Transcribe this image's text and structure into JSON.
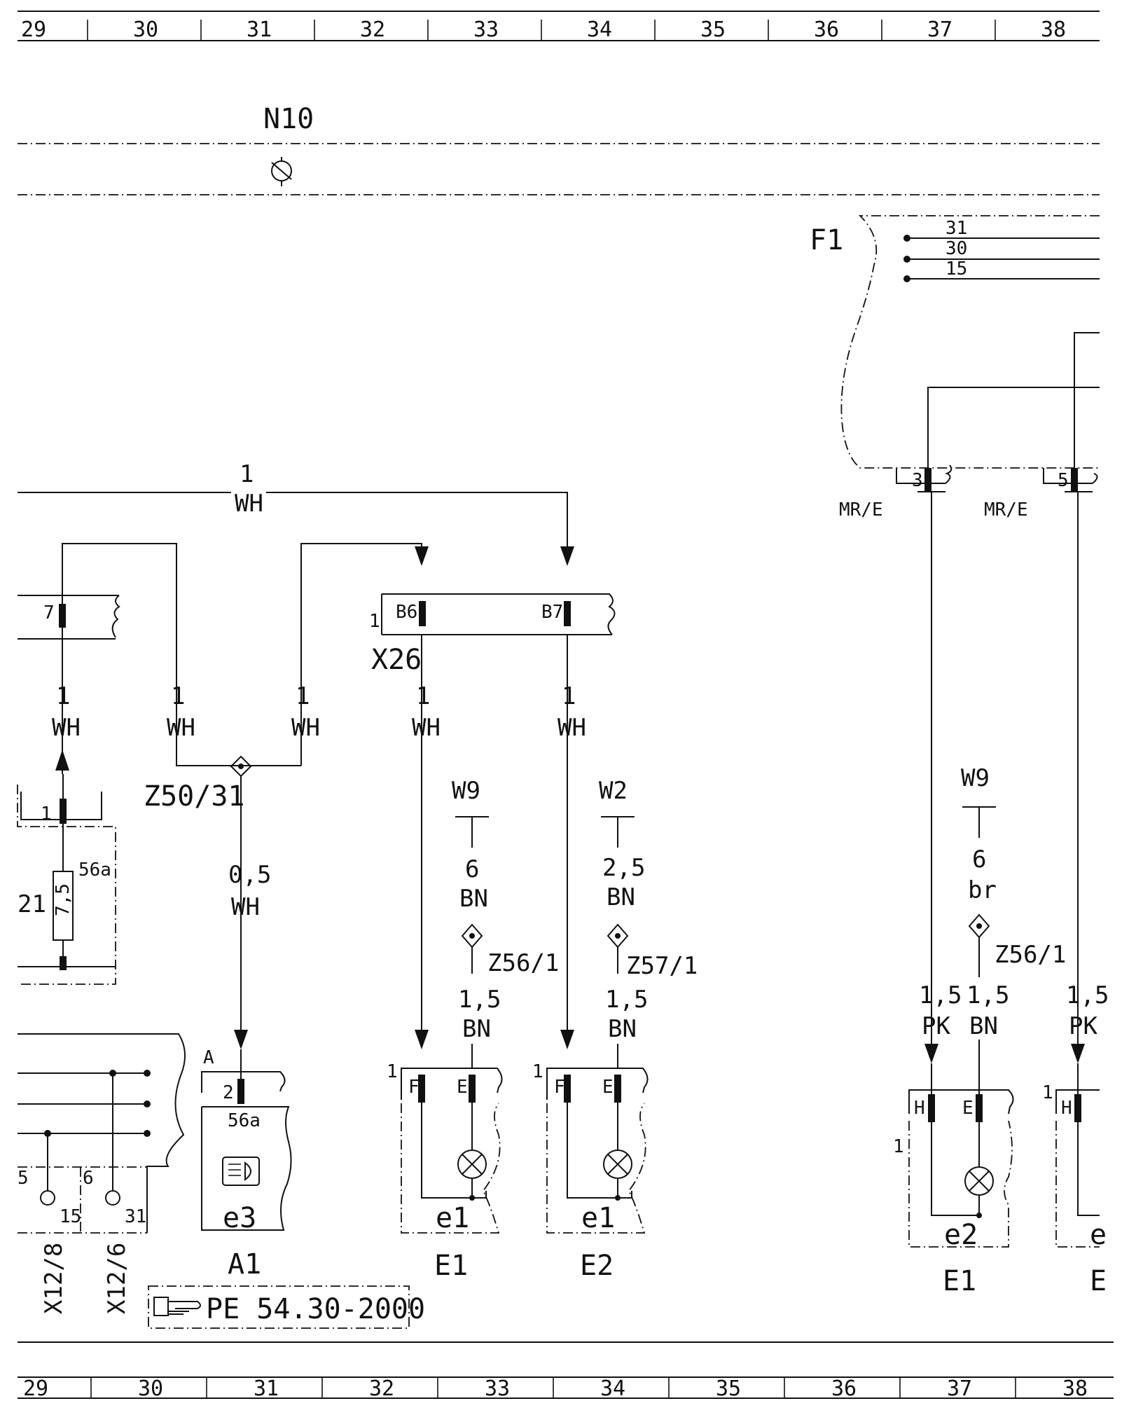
{
  "grid": {
    "top_columns": [
      "29",
      "30",
      "31",
      "32",
      "33",
      "34",
      "35",
      "36",
      "37",
      "38"
    ],
    "bottom_columns": [
      "29",
      "30",
      "31",
      "32",
      "33",
      "34",
      "35",
      "36",
      "37",
      "38"
    ]
  },
  "components": {
    "n10": "N10",
    "f1": "F1",
    "x26": "X26",
    "z50_31": "Z50/31",
    "z56_1_left": "Z56/1",
    "z57_1": "Z57/1",
    "z56_1_right": "Z56/1",
    "a1": "A1",
    "e3": "e3",
    "e1_left_module": "e1",
    "e1_left": "E1",
    "e1_mid_module": "e1",
    "e2_left": "E2",
    "e2_right_module": "e2",
    "e1_right": "E1",
    "e2_cut_module": "e",
    "e2_cut": "E",
    "x12_8": "X12/8",
    "x12_6": "X12/6",
    "f1_terminal_31": "31",
    "f1_terminal_30": "30",
    "f1_terminal_15": "15",
    "fuse_label": "21",
    "fuse_value": "7,5",
    "ground_w9_left": "W9",
    "ground_w2": "W2",
    "ground_w9_right": "W9"
  },
  "wires": {
    "top_bus": {
      "size": "1",
      "color": "WH"
    },
    "w_left_up": {
      "size": "1",
      "color": "WH"
    },
    "w_left_b": {
      "size": "1",
      "color": "WH"
    },
    "w_left_c": {
      "size": "1",
      "color": "WH"
    },
    "w_x26_b6": {
      "size": "1",
      "color": "WH"
    },
    "w_x26_b7": {
      "size": "1",
      "color": "WH"
    },
    "w_a1": {
      "size": "0,5",
      "color": "WH"
    },
    "w_w9_left": {
      "size": "6",
      "color": "BN"
    },
    "w_w2": {
      "size": "2,5",
      "color": "BN"
    },
    "w_e1_left_e": {
      "size": "1,5",
      "color": "BN"
    },
    "w_e2_left_e": {
      "size": "1,5",
      "color": "BN"
    },
    "w_w9_right": {
      "size": "6",
      "color": "br"
    },
    "w_right_h": {
      "size": "1,5",
      "color": "PK"
    },
    "w_right_e": {
      "size": "1,5",
      "color": "BN"
    },
    "w_far_right_h": {
      "size": "1,5",
      "color": "PK"
    }
  },
  "pins": {
    "p7": "7",
    "p1_fuse": "1",
    "p56a_fuse": "56a",
    "pB6": "B6",
    "pB7": "B7",
    "p1_x26": "1",
    "pA": "A",
    "p2": "2",
    "p56a": "56a",
    "pF_l": "F",
    "pE_l": "E",
    "p1_e1": "1",
    "pF_m": "F",
    "pE_m": "E",
    "p1_e2": "1",
    "pH_r": "H",
    "pE_r": "E",
    "p1_r": "1",
    "pH_far": "H",
    "p1_far": "1",
    "p3": "3",
    "p5": "5",
    "mre1": "MR/E",
    "mre2": "MR/E",
    "t5": "5",
    "t6": "6",
    "t15": "15",
    "t31": "31"
  },
  "reference": {
    "text": "PE 54.30-2000"
  }
}
